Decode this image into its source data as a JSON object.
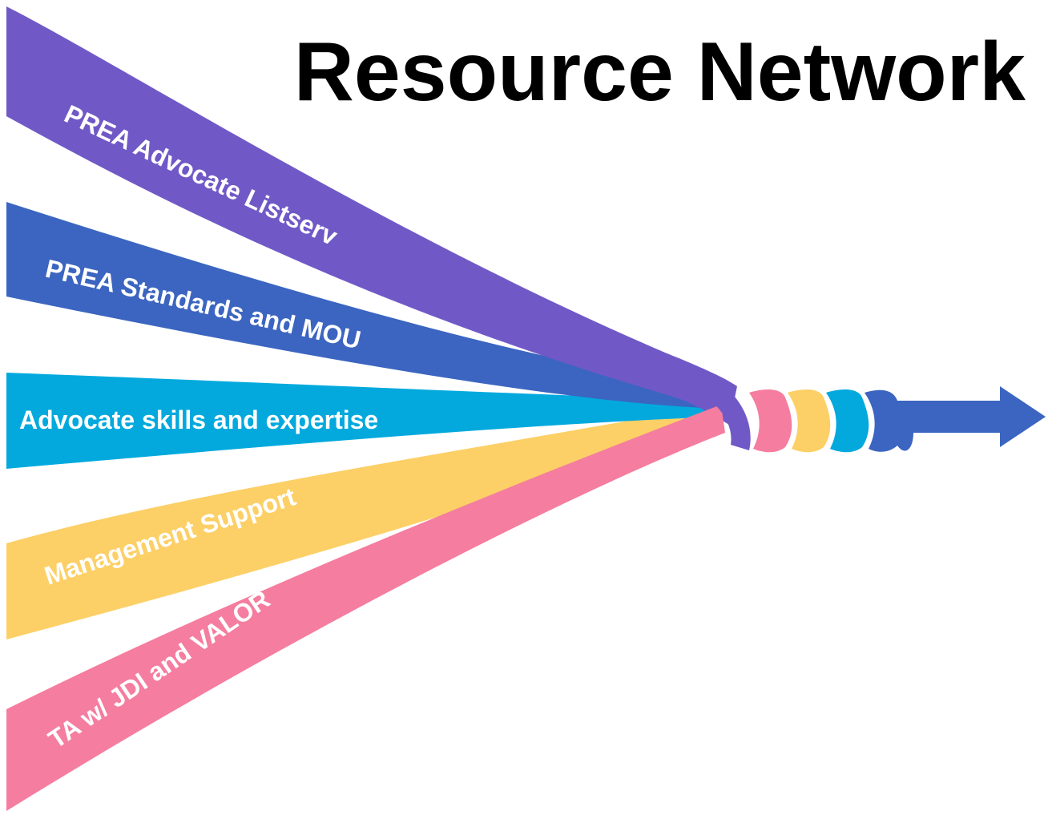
{
  "title": "Resource Network",
  "ribbons": [
    {
      "id": "listserv",
      "label": "PREA Advocate Listserv",
      "color": "#7059C7"
    },
    {
      "id": "standards",
      "label": "PREA Standards and MOU",
      "color": "#3B65C0"
    },
    {
      "id": "skills",
      "label": "Advocate skills and expertise",
      "color": "#03A9DD"
    },
    {
      "id": "management",
      "label": "Management Support",
      "color": "#FCD067"
    },
    {
      "id": "ta",
      "label": "TA w/ JDI and VALOR",
      "color": "#F57D9F"
    }
  ],
  "arrow_color": "#3B65C0"
}
